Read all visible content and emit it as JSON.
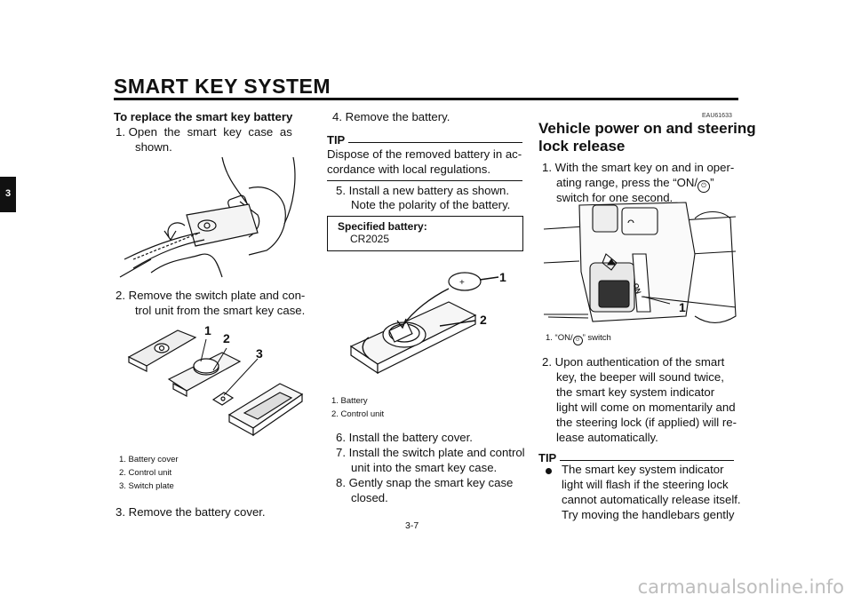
{
  "header": {
    "title": "SMART KEY SYSTEM",
    "chapter": "3"
  },
  "col1": {
    "heading": "To replace the smart key battery",
    "step1_num": "1.",
    "step1_a": "Open the smart key case as",
    "step1_b": "shown.",
    "step2_num": "2.",
    "step2_a": "Remove the switch plate and con-",
    "step2_b": "trol unit from the smart key case.",
    "fig2_labels": [
      "1",
      "2",
      "3"
    ],
    "captions": [
      "1.  Battery cover",
      "2.  Control unit",
      "3.  Switch plate"
    ],
    "step3_num": "3.",
    "step3": "Remove the battery cover."
  },
  "col2": {
    "step4_num": "4.",
    "step4": "Remove the battery.",
    "tip_label": "TIP",
    "tip_a": "Dispose of the removed battery in ac-",
    "tip_b": "cordance with local regulations.",
    "step5_num": "5.",
    "step5_a": "Install a new battery as shown.",
    "step5_b": "Note the polarity of the battery.",
    "spec_label": "Specified battery:",
    "spec_value": "CR2025",
    "fig_labels": [
      "1",
      "2"
    ],
    "captions": [
      "1.  Battery",
      "2.  Control unit"
    ],
    "step6_num": "6.",
    "step6": "Install the battery cover.",
    "step7_num": "7.",
    "step7_a": "Install the switch plate and control",
    "step7_b": "unit into the smart key case.",
    "step8_num": "8.",
    "step8_a": "Gently snap the smart key case",
    "step8_b": "closed."
  },
  "col3": {
    "code": "EAU61633",
    "title_a": "Vehicle power on and steering",
    "title_b": "lock release",
    "step1_num": "1.",
    "step1_a": "With the smart key on and in oper-",
    "step1_b_pre": "ating range, press the “ON/",
    "step1_b_post": "”",
    "step1_c": "switch for one second.",
    "fig_label": "1",
    "fig_switch_text": "ON",
    "caption_pre": "1.  “ON/",
    "caption_post": "” switch",
    "step2_num": "2.",
    "step2_a": "Upon authentication of the smart",
    "step2_b": "key, the beeper will sound twice,",
    "step2_c": "the smart key system indicator",
    "step2_d": "light will come on momentarily and",
    "step2_e": "the steering lock (if applied) will re-",
    "step2_f": "lease automatically.",
    "tip_label": "TIP",
    "bullet_a": "The smart key system indicator",
    "bullet_b": "light will flash if the steering lock",
    "bullet_c": "cannot automatically release itself.",
    "bullet_d": "Try moving the handlebars gently"
  },
  "footer": {
    "page": "3-7",
    "watermark": "carmanualsonline.info"
  }
}
